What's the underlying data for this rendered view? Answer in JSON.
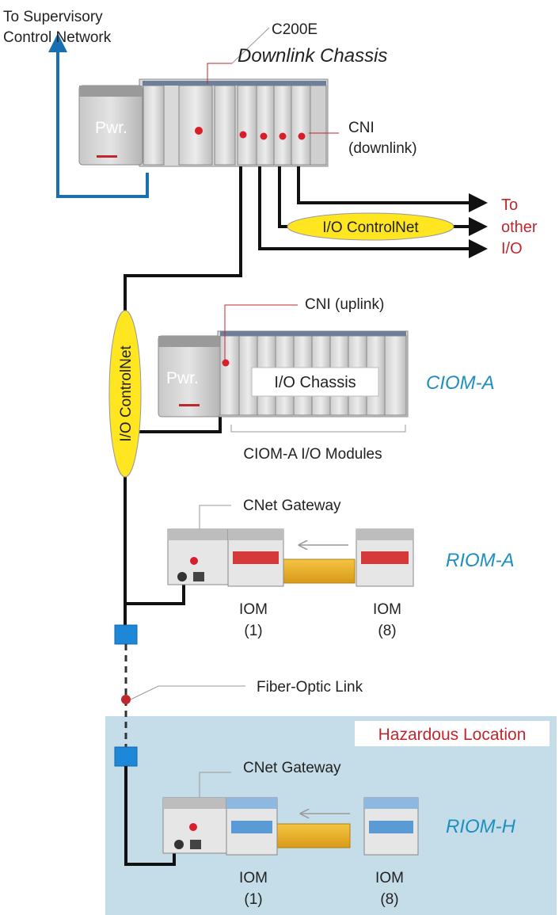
{
  "labels": {
    "supervisory": [
      "To Supervisory",
      "Control Network"
    ],
    "c200e": "C200E",
    "downlink_chassis": "Downlink Chassis",
    "cni_downlink": [
      "CNI",
      "(downlink)"
    ],
    "to_other_io": [
      "To",
      "other",
      "I/O"
    ],
    "io_controlnet": "I/O ControlNet",
    "io_controlnet_vertical": "I/O ControlNet",
    "cni_uplink": "CNI (uplink)",
    "io_chassis": "I/O Chassis",
    "ciom_a": "CIOM-A",
    "ciom_modules": "CIOM-A I/O Modules",
    "pwr": "Pwr.",
    "cnet_gateway_a": "CNet Gateway",
    "riom_a": "RIOM-A",
    "iom_1_a": [
      "IOM",
      "(1)"
    ],
    "iom_8_a": [
      "IOM",
      "(8)"
    ],
    "fiber_link": "Fiber-Optic Link",
    "hazardous": "Hazardous Location",
    "cnet_gateway_h": "CNet Gateway",
    "riom_h": "RIOM-H",
    "iom_1_h": [
      "IOM",
      "(1)"
    ],
    "iom_8_h": [
      "IOM",
      "(8)"
    ]
  },
  "colors": {
    "supervisory_line": "#1a6fb0",
    "network_label": "#1f8fc0",
    "red_text": "#c0272d",
    "ellipse_fill": "#ffe620",
    "hazard_bg": "#c5dde8",
    "fiber_box": "#1e88d8",
    "line": "#111111"
  }
}
